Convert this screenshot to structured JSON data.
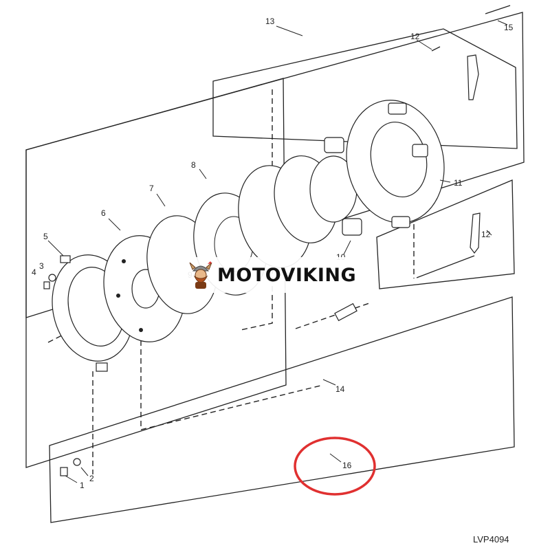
{
  "callouts": {
    "c1": "1",
    "c2": "2",
    "c3": "3",
    "c4": "4",
    "c5": "5",
    "c6": "6",
    "c7": "7",
    "c8": "8",
    "c9": "9",
    "c10": "10",
    "c11": "11",
    "c12a": "12",
    "c12b": "12",
    "c13": "13",
    "c14": "14",
    "c15": "15",
    "c16": "16"
  },
  "reference_code": "LVP4094",
  "watermark": {
    "text": "MOTOVIKING"
  },
  "colors": {
    "highlight_circle": "#e03030",
    "line_art": "#222222"
  }
}
